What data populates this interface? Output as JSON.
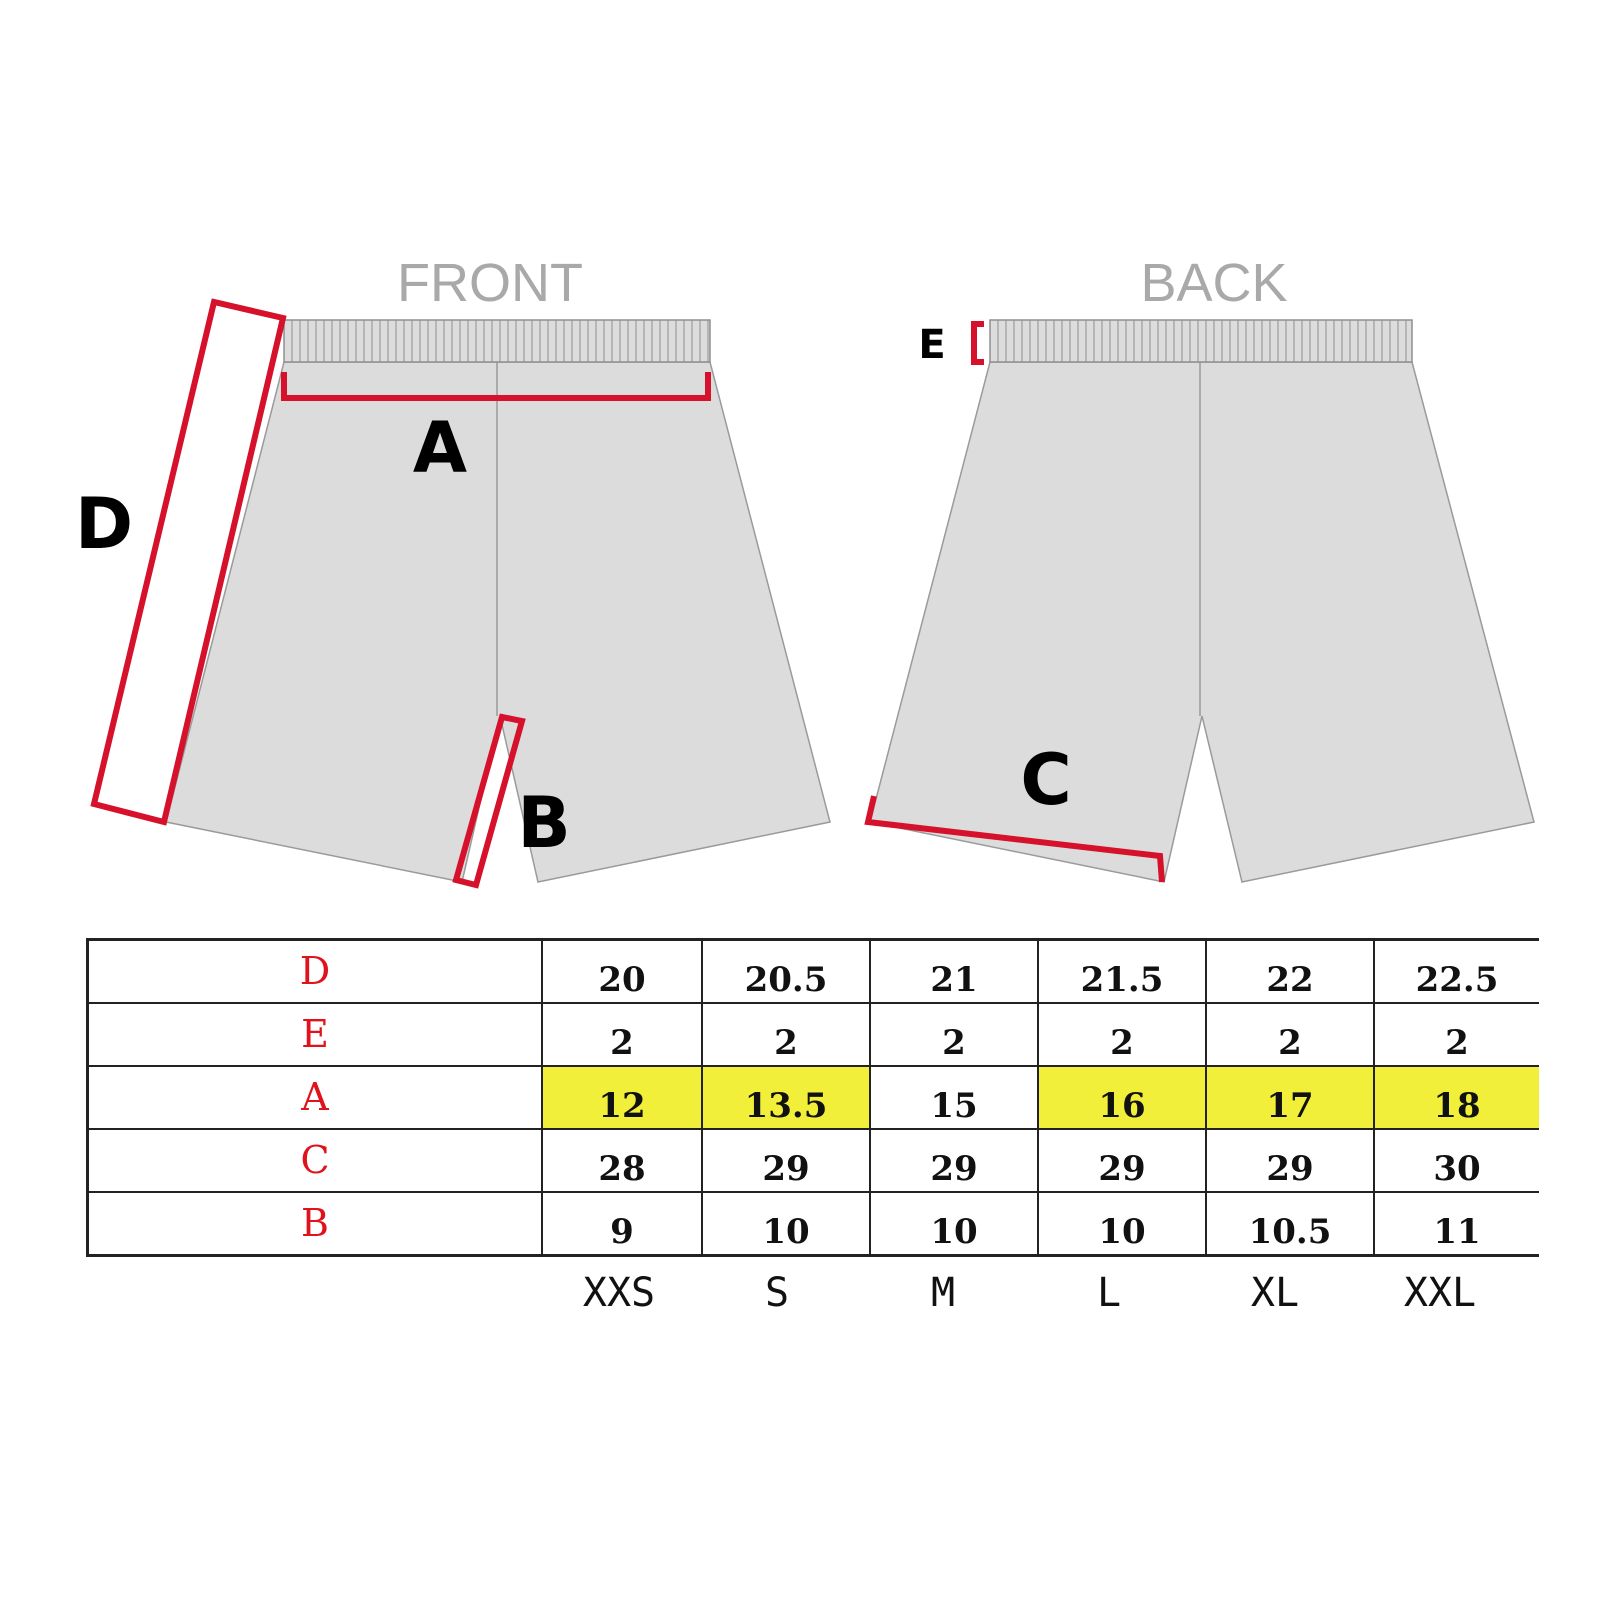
{
  "views": {
    "front_title": "FRONT",
    "back_title": "BACK"
  },
  "dimensions": {
    "labels": {
      "A": "A",
      "B": "B",
      "C": "C",
      "D": "D",
      "E": "E"
    },
    "marker_color": "#d6112c"
  },
  "garment_color": "#dcdcdc",
  "highlight_color": "#f2ef3b",
  "table": {
    "rows": [
      {
        "label": "D",
        "values": [
          "20",
          "20.5",
          "21",
          "21.5",
          "22",
          "22.5"
        ],
        "highlight": [
          false,
          false,
          false,
          false,
          false,
          false
        ]
      },
      {
        "label": "E",
        "values": [
          "2",
          "2",
          "2",
          "2",
          "2",
          "2"
        ],
        "highlight": [
          false,
          false,
          false,
          false,
          false,
          false
        ]
      },
      {
        "label": "A",
        "values": [
          "12",
          "13.5",
          "15",
          "16",
          "17",
          "18"
        ],
        "highlight": [
          true,
          true,
          false,
          true,
          true,
          true
        ]
      },
      {
        "label": "C",
        "values": [
          "28",
          "29",
          "29",
          "29",
          "29",
          "30"
        ],
        "highlight": [
          false,
          false,
          false,
          false,
          false,
          false
        ]
      },
      {
        "label": "B",
        "values": [
          "9",
          "10",
          "10",
          "10",
          "10.5",
          "11"
        ],
        "highlight": [
          false,
          false,
          false,
          false,
          false,
          false
        ]
      }
    ],
    "sizes": [
      "XXS",
      "S",
      "M",
      "L",
      "XL",
      "XXL"
    ]
  }
}
